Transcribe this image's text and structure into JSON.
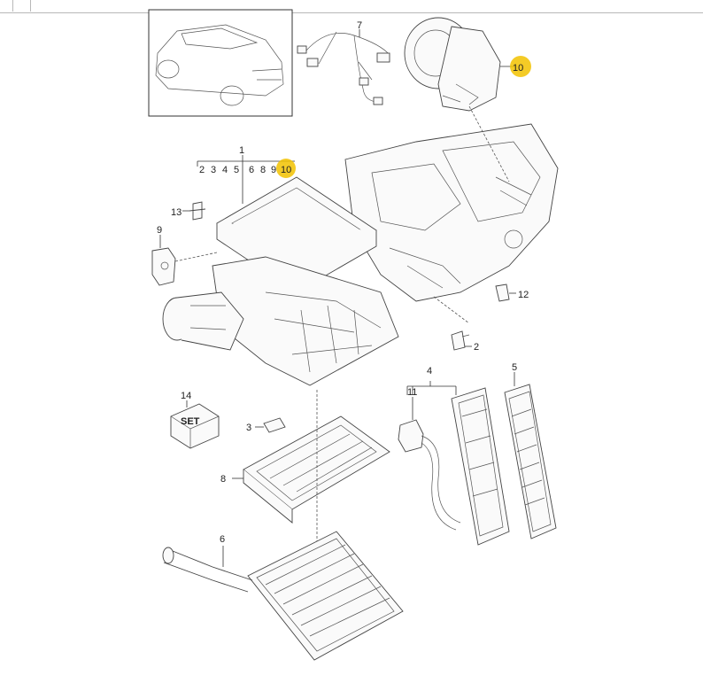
{
  "callouts": {
    "c1": "1",
    "c2": "2",
    "c3": "3",
    "c4": "4",
    "c5": "5",
    "c6": "6",
    "c7": "7",
    "c8": "8",
    "c9": "9",
    "c10_top": "10",
    "c11": "11",
    "c12": "12",
    "c13": "13",
    "c14": "14"
  },
  "group1_items": [
    "2",
    "3",
    "4",
    "5",
    "6",
    "8",
    "9",
    "10"
  ],
  "set_box_label": "SET",
  "highlight_color": "#f2c200"
}
